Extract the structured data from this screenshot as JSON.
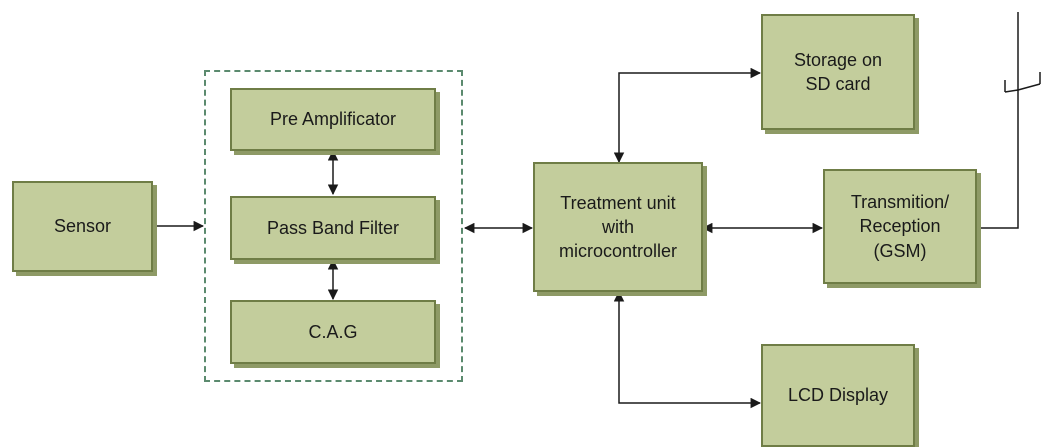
{
  "blocks": {
    "sensor": "Sensor",
    "pre_amplificator": "Pre Amplificator",
    "pass_band_filter": "Pass Band Filter",
    "cag": "C.A.G",
    "treatment_unit": "Treatment unit\nwith\nmicrocontroller",
    "storage": "Storage on\nSD card",
    "transmission": "Transmition/\nReception\n(GSM)",
    "lcd_display": "LCD Display"
  },
  "colors": {
    "block_fill": "#c3cd9c",
    "block_border": "#6f7d46",
    "group_border": "#5b8a6e",
    "line": "#1a1a1a"
  },
  "icons": {
    "antenna": "antenna-icon"
  }
}
